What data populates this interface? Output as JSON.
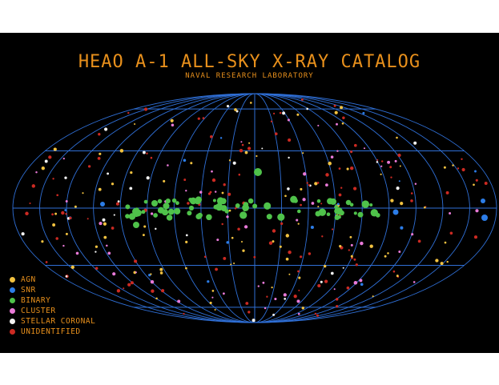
{
  "header": {
    "title": "HEAO A-1 ALL-SKY X-RAY CATALOG",
    "subtitle": "NAVAL RESEARCH LABORATORY"
  },
  "colors": {
    "background": "#000000",
    "grid": "#2f6fd6",
    "text": "#e8901c"
  },
  "legend": [
    {
      "label": "AGN",
      "color": "#f2c240"
    },
    {
      "label": "SNR",
      "color": "#2c7de8"
    },
    {
      "label": "BINARY",
      "color": "#4fc24a"
    },
    {
      "label": "CLUSTER",
      "color": "#e97ad8"
    },
    {
      "label": "STELLAR CORONAL",
      "color": "#f2f2f2"
    },
    {
      "label": "UNIDENTIFIED",
      "color": "#cc2a22"
    }
  ]
}
